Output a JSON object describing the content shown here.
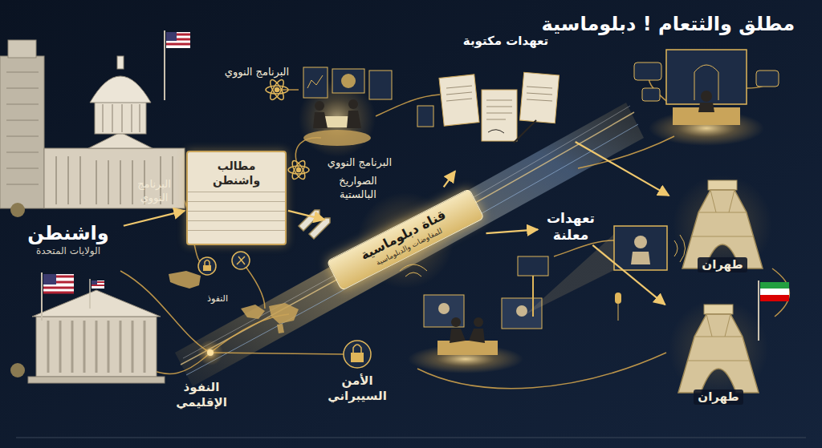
{
  "diagram": {
    "title": "مطلق والثتعام ! دبلوماسية",
    "nodes": [
      {
        "text": [
          "واشنطن",
          "الولايات المتحدة"
        ]
      },
      {
        "text": [
          "مطالب واشنطن"
        ]
      },
      {
        "text": [
          "قناة دبلوماسية",
          "للمفاوضات والدبلوماسية"
        ]
      },
      {
        "text": [
          "تعهدات مكتوبة"
        ]
      },
      {
        "text": [
          "تعهدات معلنة"
        ]
      },
      {
        "text": [
          "طهران"
        ]
      },
      {
        "text": [
          "طهران"
        ]
      }
    ],
    "edges": [
      {
        "from": 0,
        "to": 1,
        "arrow": "to"
      },
      {
        "from": 1,
        "to": 2,
        "arrow": "to"
      },
      {
        "from": 2,
        "to": 3,
        "arrow": "to"
      },
      {
        "from": 2,
        "to": 4,
        "arrow": "to"
      },
      {
        "from": 3,
        "to": 5,
        "arrow": "to"
      },
      {
        "from": 4,
        "to": 6,
        "arrow": "to"
      }
    ],
    "labels": [
      "البرنامج النووي",
      "البرنامج النووي",
      "الصواريخ البالستية",
      "البرنامج النووي",
      "النفوذ",
      "النفوذ الإقليمي",
      "الأمن السيبراني"
    ]
  }
}
